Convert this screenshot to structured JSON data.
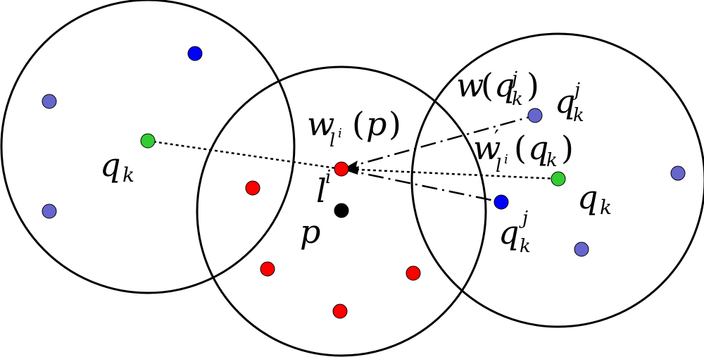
{
  "colors": {
    "stroke": "#000000",
    "red": "#ff0000",
    "green": "#33cc33",
    "blue": "#0000ff",
    "periwinkle": "#6666cc",
    "black": "#000000"
  },
  "labels": {
    "q_left": {
      "main": "q",
      "sub": "k"
    },
    "q_right": {
      "main": "q",
      "sub": "k"
    },
    "l": {
      "main": "l",
      "sup": "i"
    },
    "p": "p",
    "w_lp": {
      "main": "w",
      "sub": "l",
      "subsup": "i",
      "paren_open": "(",
      "arg": "p",
      "paren_close": ")"
    },
    "w_q": {
      "main": "w",
      "paren_open": "(",
      "arg": "q",
      "sub": "k",
      "sup": "j",
      "paren_close": ")"
    },
    "q_kj_upper": {
      "main": "q",
      "sub": "k",
      "sup": "j"
    },
    "q_kj_lower": {
      "main": "q",
      "sub": "k",
      "sup": "j"
    },
    "w_prime": {
      "main": "w",
      "prime": "′",
      "sub": "l",
      "subsup": "i",
      "paren_open": "(",
      "arg": "q",
      "argsub": "k",
      "paren_close": ")"
    }
  }
}
